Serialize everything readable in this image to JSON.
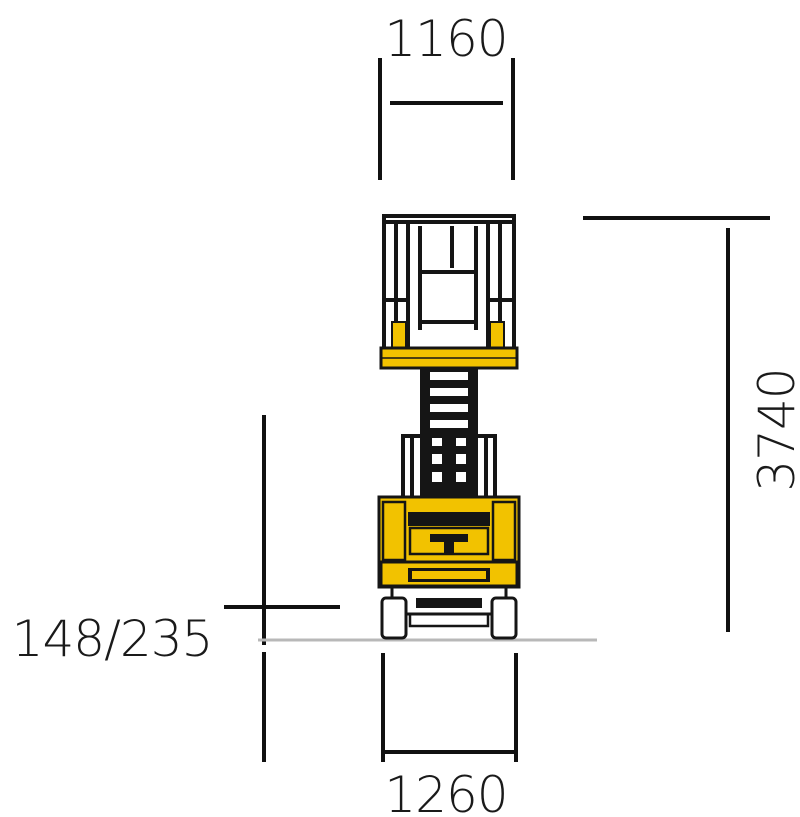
{
  "diagram": {
    "subject": "scissor lift, front view",
    "dimensions": {
      "platform_width": "1160",
      "wheel_track": "1260",
      "ground_clearance": "148/235",
      "stowed_height": "3740"
    }
  },
  "colors": {
    "machine_yellow": "#f2c200",
    "line": "#111111",
    "ground_line": "#b8b8b8",
    "background": "#ffffff"
  }
}
